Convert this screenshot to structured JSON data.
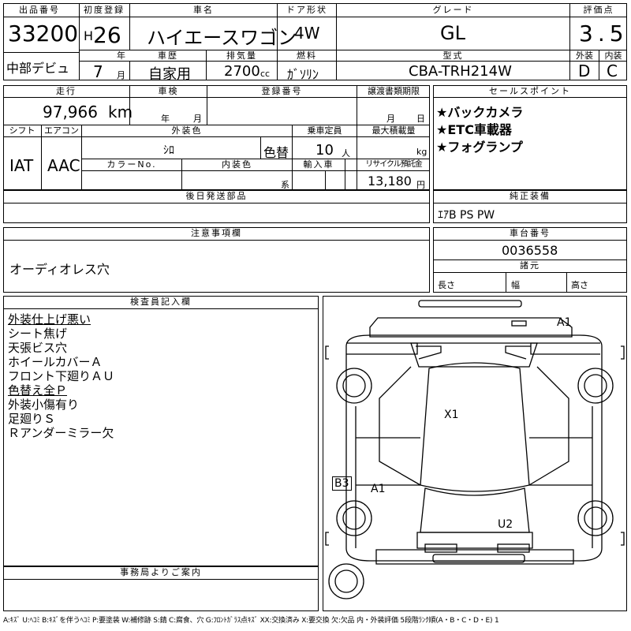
{
  "header": {
    "lot_label": "出品番号",
    "lot_number": "33200",
    "debut": "中部デビュ",
    "first_reg_label": "初度登録",
    "era": "H",
    "year": "26",
    "year_unit": "年",
    "month": "7",
    "month_unit": "月",
    "name_label": "車名",
    "car_name": "ハイエースワゴン",
    "door_label": "ドア形状",
    "door": "4W",
    "grade_label": "グレード",
    "grade": "GL",
    "score_label": "評価点",
    "score": "3.5",
    "exterior_label": "外装",
    "interior_label": "内装",
    "exterior_grade": "D",
    "interior_grade": "C",
    "history_label": "車歴",
    "history": "自家用",
    "displacement_label": "排気量",
    "displacement": "2700",
    "displacement_unit": "cc",
    "fuel_label": "燃料",
    "fuel": "ｶﾞｿﾘﾝ",
    "model_label": "型式",
    "model": "CBA-TRH214W"
  },
  "specs": {
    "mileage_label": "走行",
    "mileage": "97,966",
    "mileage_unit": "km",
    "inspection_label": "車検",
    "inspection_year_unit": "年",
    "inspection_month_unit": "月",
    "reg_number_label": "登録番号",
    "transfer_label": "譲渡書類期限",
    "transfer_month_unit": "月",
    "transfer_day_unit": "日",
    "shift_label": "シフト",
    "shift": "IAT",
    "ac_label": "エアコン",
    "ac": "AAC",
    "color_label": "外装色",
    "color": "ｼﾛ",
    "repaint": "色替",
    "capacity_label": "乗車定員",
    "capacity": "10",
    "capacity_unit": "人",
    "max_load_label": "最大積載量",
    "max_load_unit": "kg",
    "color_no_label": "カラーNo.",
    "interior_color_label": "内装色",
    "interior_color_unit": "系",
    "import_label": "輸入車",
    "recycle_label": "リサイクル預託金",
    "recycle": "13,180",
    "recycle_unit": "円"
  },
  "sales_points": {
    "label": "セールスポイント",
    "items": [
      "★バックカメラ",
      "★ETC車載器",
      "★フォグランプ"
    ]
  },
  "later_parts": {
    "label": "後日発送部品"
  },
  "genuine": {
    "label": "純正装備",
    "value": "ｴｱB PS PW"
  },
  "caution": {
    "label": "注意事項欄",
    "value": "オーディオレス穴"
  },
  "chassis": {
    "label": "車台番号",
    "value": "0036558",
    "dims_label": "諸元",
    "length_label": "長さ",
    "width_label": "幅",
    "height_label": "高さ"
  },
  "inspector": {
    "label": "検査員記入欄",
    "notes": [
      {
        "text": "外装仕上げ悪い",
        "underline": true
      },
      {
        "text": "シート焦げ",
        "underline": false
      },
      {
        "text": "天張ビス穴",
        "underline": false
      },
      {
        "text": "ホイールカバーＡ",
        "underline": false
      },
      {
        "text": "フロント下廻りＡＵ",
        "underline": false
      },
      {
        "text": "色替え全Ｐ",
        "underline": true
      },
      {
        "text": "外装小傷有り",
        "underline": false
      },
      {
        "text": "足廻りＳ",
        "underline": false
      },
      {
        "text": "Ｒアンダーミラー欠",
        "underline": false
      }
    ]
  },
  "diagram": {
    "marks": [
      {
        "id": "a1-top",
        "text": "A1"
      },
      {
        "id": "x1",
        "text": "X1"
      },
      {
        "id": "b3",
        "text": "B3"
      },
      {
        "id": "a1-left",
        "text": "A1"
      },
      {
        "id": "u2",
        "text": "U2"
      }
    ]
  },
  "office": {
    "label": "事務局よりご案内"
  },
  "legend": "A:ｷｽﾞ U:ﾍｺﾐ B:ｷｽﾞを伴うﾍｺﾐ P:要塗装 W:補修跡 S:錆 C:腐食、穴 G:ﾌﾛﾝﾄｶﾞﾗｽ点ｷｽﾞ XX:交換済み X:要交換 欠:欠品 内・外装評価 5段階ﾗﾝｸ順(A・B・C・D・E) 1"
}
